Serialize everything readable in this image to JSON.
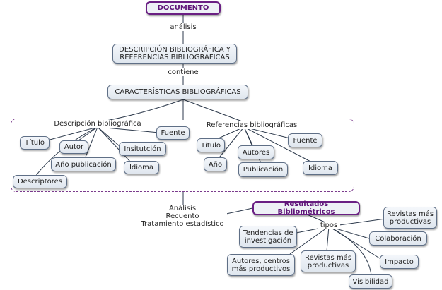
{
  "nodes": {
    "documento": "DOCUMENTO",
    "descripcion_referencias": "DESCRIPCIÓN BIBLIOGRÁFICA Y REFERENCIAS BIBLIOGRAFICAS",
    "caracteristicas": "CARACTERÍSTICAS BIBLIOGRÁFICAS",
    "desc_titulo": "Título",
    "desc_autor": "Autor",
    "desc_fuente": "Fuente",
    "desc_institucion": "Insitutción",
    "desc_anio": "Año publicación",
    "desc_idioma": "Idioma",
    "desc_descriptores": "Descriptores",
    "ref_titulo": "Título",
    "ref_autores": "Autores",
    "ref_fuente": "Fuente",
    "ref_anio": "Año",
    "ref_publicacion": "Publicación",
    "ref_idioma": "Idioma",
    "resultados": "Resultados Bibliométricos",
    "tendencias": "Tendencias de investigación",
    "autores_centros": "Autores, centros más productivos",
    "revistas_mas": "Revistas más productivas",
    "visibilidad": "Visibilidad",
    "impacto": "Impacto",
    "colaboracion": "Colaboración",
    "revistas_top": "Revistas más productivas"
  },
  "labels": {
    "analisis": "análisis",
    "contiene": "contiene",
    "descripcion": "Descripción bibliográfica",
    "referencias": "Referencias bibliográficas",
    "procesos": [
      "Análisis",
      "Recuento",
      "Tratamiento estadístico"
    ],
    "tipos": "tipos"
  }
}
